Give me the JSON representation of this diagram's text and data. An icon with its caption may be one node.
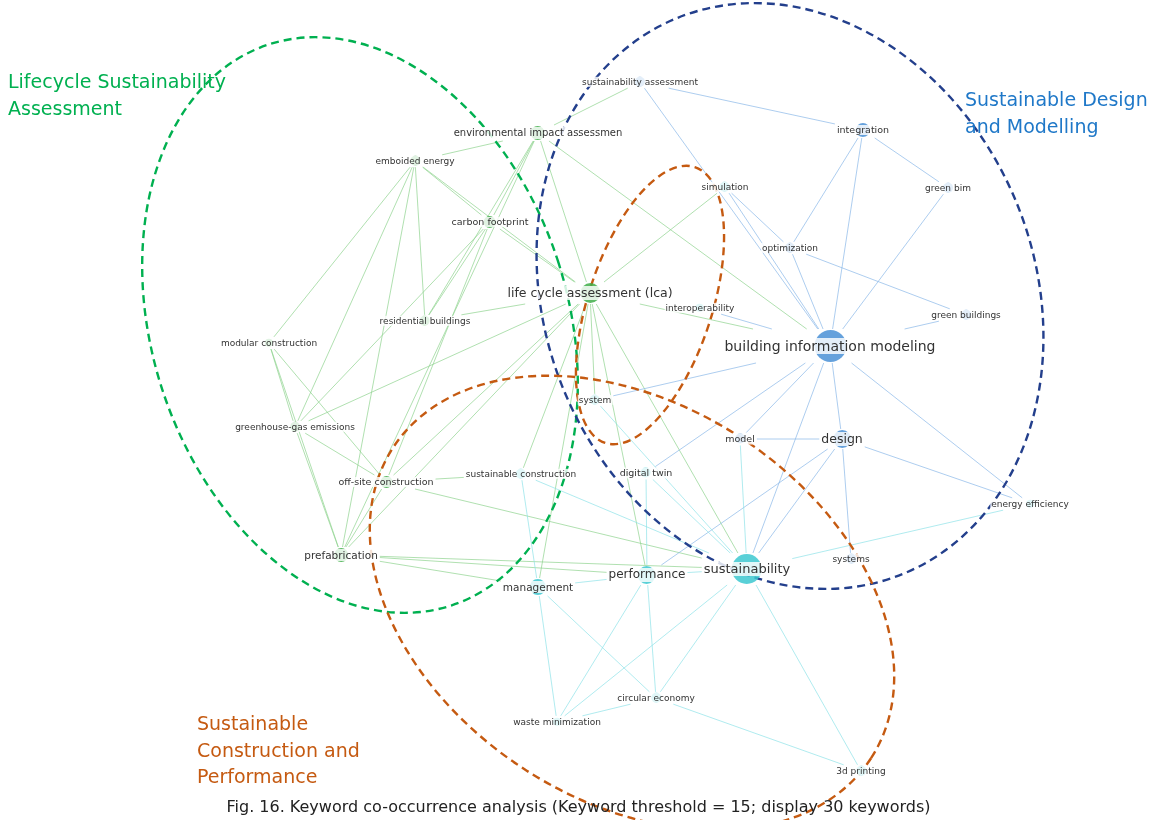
{
  "diagram": {
    "caption": "Fig. 16. Keyword co-occurrence analysis (Keyword threshold = 15; display 30 keywords)",
    "nodes": [
      {
        "text": [
          "sustainability assessment"
        ]
      },
      {
        "text": [
          "environmental impact assessmen"
        ]
      },
      {
        "text": [
          "integration"
        ]
      },
      {
        "text": [
          "emboided energy"
        ]
      },
      {
        "text": [
          "simulation"
        ]
      },
      {
        "text": [
          "green bim"
        ]
      },
      {
        "text": [
          "carbon footprint"
        ]
      },
      {
        "text": [
          "optimization"
        ]
      },
      {
        "text": [
          "life cycle assessment (lca)"
        ]
      },
      {
        "text": [
          "interoperability"
        ]
      },
      {
        "text": [
          "residential buildings"
        ]
      },
      {
        "text": [
          "green buildings"
        ]
      },
      {
        "text": [
          "modular construction"
        ]
      },
      {
        "text": [
          "building information modeling"
        ]
      },
      {
        "text": [
          "system"
        ]
      },
      {
        "text": [
          "greenhouse-gas emissions"
        ]
      },
      {
        "text": [
          "model"
        ]
      },
      {
        "text": [
          "design"
        ]
      },
      {
        "text": [
          "sustainable construction"
        ]
      },
      {
        "text": [
          "digital twin"
        ]
      },
      {
        "text": [
          "off-site construction"
        ]
      },
      {
        "text": [
          "energy efficiency"
        ]
      },
      {
        "text": [
          "prefabrication"
        ]
      },
      {
        "text": [
          "systems"
        ]
      },
      {
        "text": [
          "sustainability"
        ]
      },
      {
        "text": [
          "performance"
        ]
      },
      {
        "text": [
          "management"
        ]
      },
      {
        "text": [
          "circular economy"
        ]
      },
      {
        "text": [
          "waste minimization"
        ]
      },
      {
        "text": [
          "3d printing"
        ]
      }
    ],
    "edges": [
      {
        "from": 8,
        "to": 1,
        "arrow": "none",
        "color": "#8fd38f"
      },
      {
        "from": 8,
        "to": 3,
        "arrow": "none",
        "color": "#8fd38f"
      },
      {
        "from": 8,
        "to": 6,
        "arrow": "none",
        "color": "#8fd38f"
      },
      {
        "from": 8,
        "to": 10,
        "arrow": "none",
        "color": "#8fd38f"
      },
      {
        "from": 8,
        "to": 15,
        "arrow": "none",
        "color": "#8fd38f"
      },
      {
        "from": 8,
        "to": 20,
        "arrow": "none",
        "color": "#8fd38f"
      },
      {
        "from": 8,
        "to": 22,
        "arrow": "none",
        "color": "#8fd38f"
      },
      {
        "from": 8,
        "to": 13,
        "arrow": "none",
        "color": "#8fd38f"
      },
      {
        "from": 8,
        "to": 24,
        "arrow": "none",
        "color": "#8fd38f"
      },
      {
        "from": 8,
        "to": 14,
        "arrow": "none",
        "color": "#8fd38f"
      },
      {
        "from": 8,
        "to": 18,
        "arrow": "none",
        "color": "#8fd38f"
      },
      {
        "from": 8,
        "to": 25,
        "arrow": "none",
        "color": "#8fd38f"
      },
      {
        "from": 8,
        "to": 26,
        "arrow": "none",
        "color": "#8fd38f"
      },
      {
        "from": 8,
        "to": 4,
        "arrow": "none",
        "color": "#8fd38f"
      },
      {
        "from": 1,
        "to": 3,
        "arrow": "none",
        "color": "#8fd38f"
      },
      {
        "from": 1,
        "to": 6,
        "arrow": "none",
        "color": "#8fd38f"
      },
      {
        "from": 1,
        "to": 13,
        "arrow": "none",
        "color": "#8fd38f"
      },
      {
        "from": 1,
        "to": 0,
        "arrow": "none",
        "color": "#8fd38f"
      },
      {
        "from": 1,
        "to": 10,
        "arrow": "none",
        "color": "#8fd38f"
      },
      {
        "from": 1,
        "to": 22,
        "arrow": "none",
        "color": "#8fd38f"
      },
      {
        "from": 3,
        "to": 6,
        "arrow": "none",
        "color": "#8fd38f"
      },
      {
        "from": 3,
        "to": 10,
        "arrow": "none",
        "color": "#8fd38f"
      },
      {
        "from": 3,
        "to": 12,
        "arrow": "none",
        "color": "#8fd38f"
      },
      {
        "from": 3,
        "to": 15,
        "arrow": "none",
        "color": "#8fd38f"
      },
      {
        "from": 3,
        "to": 22,
        "arrow": "none",
        "color": "#8fd38f"
      },
      {
        "from": 6,
        "to": 10,
        "arrow": "none",
        "color": "#8fd38f"
      },
      {
        "from": 6,
        "to": 15,
        "arrow": "none",
        "color": "#8fd38f"
      },
      {
        "from": 6,
        "to": 20,
        "arrow": "none",
        "color": "#8fd38f"
      },
      {
        "from": 12,
        "to": 15,
        "arrow": "none",
        "color": "#8fd38f"
      },
      {
        "from": 12,
        "to": 20,
        "arrow": "none",
        "color": "#8fd38f"
      },
      {
        "from": 12,
        "to": 22,
        "arrow": "none",
        "color": "#8fd38f"
      },
      {
        "from": 15,
        "to": 20,
        "arrow": "none",
        "color": "#8fd38f"
      },
      {
        "from": 15,
        "to": 22,
        "arrow": "none",
        "color": "#8fd38f"
      },
      {
        "from": 20,
        "to": 22,
        "arrow": "none",
        "color": "#8fd38f"
      },
      {
        "from": 20,
        "to": 18,
        "arrow": "none",
        "color": "#8fd38f"
      },
      {
        "from": 20,
        "to": 24,
        "arrow": "none",
        "color": "#8fd38f"
      },
      {
        "from": 22,
        "to": 24,
        "arrow": "none",
        "color": "#8fd38f"
      },
      {
        "from": 22,
        "to": 26,
        "arrow": "none",
        "color": "#8fd38f"
      },
      {
        "from": 22,
        "to": 25,
        "arrow": "none",
        "color": "#8fd38f"
      },
      {
        "from": 13,
        "to": 0,
        "arrow": "none",
        "color": "#8ab8e8"
      },
      {
        "from": 13,
        "to": 2,
        "arrow": "none",
        "color": "#8ab8e8"
      },
      {
        "from": 13,
        "to": 5,
        "arrow": "none",
        "color": "#8ab8e8"
      },
      {
        "from": 13,
        "to": 7,
        "arrow": "none",
        "color": "#8ab8e8"
      },
      {
        "from": 13,
        "to": 11,
        "arrow": "none",
        "color": "#8ab8e8"
      },
      {
        "from": 13,
        "to": 16,
        "arrow": "none",
        "color": "#8ab8e8"
      },
      {
        "from": 13,
        "to": 17,
        "arrow": "none",
        "color": "#8ab8e8"
      },
      {
        "from": 13,
        "to": 4,
        "arrow": "none",
        "color": "#8ab8e8"
      },
      {
        "from": 13,
        "to": 9,
        "arrow": "none",
        "color": "#8ab8e8"
      },
      {
        "from": 13,
        "to": 24,
        "arrow": "none",
        "color": "#8ab8e8"
      },
      {
        "from": 13,
        "to": 19,
        "arrow": "none",
        "color": "#8ab8e8"
      },
      {
        "from": 13,
        "to": 14,
        "arrow": "none",
        "color": "#8ab8e8"
      },
      {
        "from": 13,
        "to": 21,
        "arrow": "none",
        "color": "#8ab8e8"
      },
      {
        "from": 2,
        "to": 5,
        "arrow": "none",
        "color": "#8ab8e8"
      },
      {
        "from": 2,
        "to": 7,
        "arrow": "none",
        "color": "#8ab8e8"
      },
      {
        "from": 2,
        "to": 0,
        "arrow": "none",
        "color": "#8ab8e8"
      },
      {
        "from": 17,
        "to": 24,
        "arrow": "none",
        "color": "#8ab8e8"
      },
      {
        "from": 17,
        "to": 16,
        "arrow": "none",
        "color": "#8ab8e8"
      },
      {
        "from": 17,
        "to": 23,
        "arrow": "none",
        "color": "#8ab8e8"
      },
      {
        "from": 17,
        "to": 21,
        "arrow": "none",
        "color": "#8ab8e8"
      },
      {
        "from": 17,
        "to": 25,
        "arrow": "none",
        "color": "#8ab8e8"
      },
      {
        "from": 7,
        "to": 4,
        "arrow": "none",
        "color": "#8ab8e8"
      },
      {
        "from": 7,
        "to": 11,
        "arrow": "none",
        "color": "#8ab8e8"
      },
      {
        "from": 24,
        "to": 25,
        "arrow": "none"
      },
      {
        "from": 24,
        "to": 27,
        "arrow": "none"
      },
      {
        "from": 24,
        "to": 28,
        "arrow": "none"
      },
      {
        "from": 24,
        "to": 29,
        "arrow": "none"
      },
      {
        "from": 24,
        "to": 19,
        "arrow": "none"
      },
      {
        "from": 24,
        "to": 18,
        "arrow": "none"
      },
      {
        "from": 24,
        "to": 21,
        "arrow": "none"
      },
      {
        "from": 24,
        "to": 14,
        "arrow": "none"
      },
      {
        "from": 24,
        "to": 16,
        "arrow": "none"
      },
      {
        "from": 25,
        "to": 26,
        "arrow": "none"
      },
      {
        "from": 25,
        "to": 27,
        "arrow": "none"
      },
      {
        "from": 25,
        "to": 28,
        "arrow": "none"
      },
      {
        "from": 25,
        "to": 19,
        "arrow": "none"
      },
      {
        "from": 26,
        "to": 27,
        "arrow": "none"
      },
      {
        "from": 26,
        "to": 28,
        "arrow": "none"
      },
      {
        "from": 26,
        "to": 18,
        "arrow": "none"
      },
      {
        "from": 27,
        "to": 28,
        "arrow": "none"
      },
      {
        "from": 27,
        "to": 29,
        "arrow": "none"
      }
    ],
    "labels": [
      "Lifecycle Sustainability Assessment",
      "Sustainable Design and Modelling",
      "Sustainable Construction and Performance"
    ]
  }
}
